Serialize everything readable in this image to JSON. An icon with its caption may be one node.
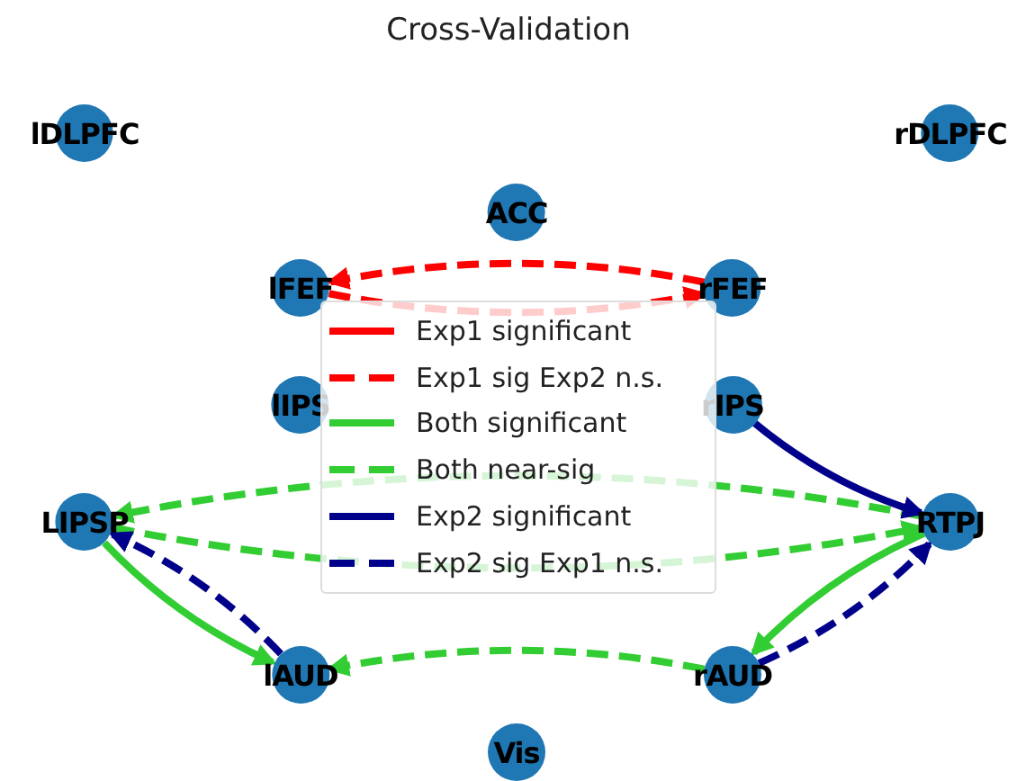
{
  "diagram": {
    "title": "Cross-Validation",
    "nodes": [
      {
        "text": [
          "lDLPFC"
        ]
      },
      {
        "text": [
          "rDLPFC"
        ]
      },
      {
        "text": [
          "ACC"
        ]
      },
      {
        "text": [
          "lFEF"
        ]
      },
      {
        "text": [
          "rFEF"
        ]
      },
      {
        "text": [
          "lIPS"
        ]
      },
      {
        "text": [
          "rIPS"
        ]
      },
      {
        "text": [
          "LIPSP"
        ]
      },
      {
        "text": [
          "RTPJ"
        ]
      },
      {
        "text": [
          "lAUD"
        ]
      },
      {
        "text": [
          "rAUD"
        ]
      },
      {
        "text": [
          "Vis"
        ]
      }
    ],
    "edges": [
      {
        "from": 4,
        "to": 3,
        "arrow": "to",
        "style": "dashed",
        "color": "#ff0000"
      },
      {
        "from": 3,
        "to": 4,
        "arrow": "to",
        "style": "dashed",
        "color": "#ff0000"
      },
      {
        "from": 8,
        "to": 7,
        "arrow": "to",
        "style": "dashed"
      },
      {
        "from": 7,
        "to": 8,
        "arrow": "to",
        "style": "dashed"
      },
      {
        "from": 7,
        "to": 9,
        "arrow": "to"
      },
      {
        "from": 9,
        "to": 7,
        "arrow": "to",
        "style": "dashed",
        "color": "#00008b"
      },
      {
        "from": 10,
        "to": 9,
        "arrow": "to",
        "style": "dashed"
      },
      {
        "from": 6,
        "to": 8,
        "arrow": "to",
        "color": "#00008b"
      },
      {
        "from": 8,
        "to": 10,
        "arrow": "to"
      },
      {
        "from": 10,
        "to": 8,
        "arrow": "to",
        "style": "dashed",
        "color": "#00008b"
      }
    ],
    "legend": [
      {
        "text": "Exp1 significant"
      },
      {
        "text": "Exp1 sig Exp2 n.s."
      },
      {
        "text": "Both significant"
      },
      {
        "text": "Both near-sig"
      },
      {
        "text": "Exp2 significant"
      },
      {
        "text": "Exp2 sig Exp1 n.s."
      }
    ]
  }
}
